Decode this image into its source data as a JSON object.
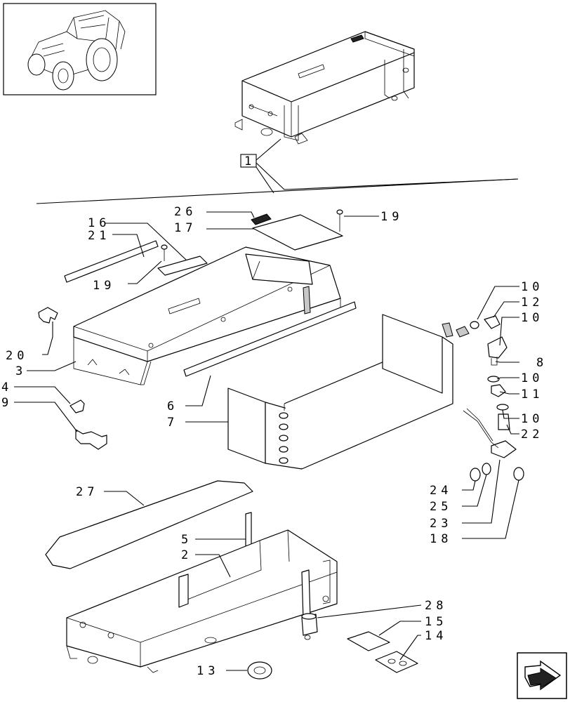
{
  "labels": {
    "l1": "1",
    "l2": "2",
    "l3": "3",
    "l4": "4",
    "l5": "5",
    "l6": "6",
    "l7": "7",
    "l8": "8",
    "l9": "9",
    "l10a": "10",
    "l10b": "10",
    "l10c": "10",
    "l10d": "10",
    "l11": "11",
    "l12": "12",
    "l13": "13",
    "l14": "14",
    "l15": "15",
    "l16": "16",
    "l17": "17",
    "l18": "18",
    "l19a": "19",
    "l19b": "19",
    "l20": "20",
    "l21": "21",
    "l22": "22",
    "l23": "23",
    "l24": "24",
    "l25": "25",
    "l26": "26",
    "l27": "27",
    "l28": "28"
  },
  "icons": {
    "thumbnail": "tractor-icon",
    "navigation": "next-page-arrow-icon"
  }
}
